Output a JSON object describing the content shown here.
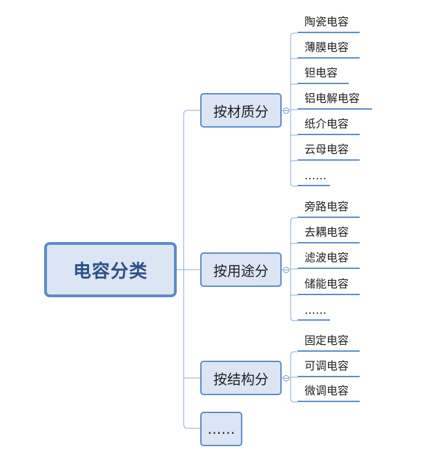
{
  "root": {
    "label": "电容分类"
  },
  "branches": [
    {
      "label": "按材质分",
      "children": [
        "陶瓷电容",
        "薄膜电容",
        "钽电容",
        "铝电解电容",
        "纸介电容",
        "云母电容",
        "……"
      ]
    },
    {
      "label": "按用途分",
      "children": [
        "旁路电容",
        "去耦电容",
        "滤波电容",
        "储能电容",
        "……"
      ]
    },
    {
      "label": "按结构分",
      "children": [
        "固定电容",
        "可调电容",
        "微调电容"
      ]
    },
    {
      "label": "……",
      "children": []
    }
  ],
  "colors": {
    "line": "#5b8bc9",
    "fill": "#dbe5f4",
    "root_text": "#2a5082",
    "connector": "#8aa9d4"
  }
}
